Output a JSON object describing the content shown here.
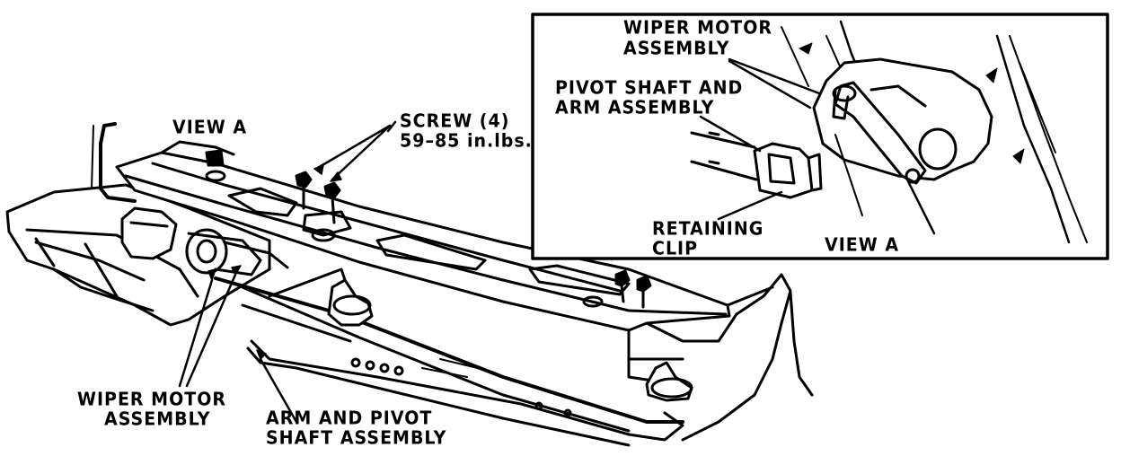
{
  "labels": {
    "view_a_main": "VIEW A",
    "screw_line1": "SCREW (4)",
    "screw_line2": "59–85 in.lbs.",
    "wiper_motor_main_line1": "WIPER MOTOR",
    "wiper_motor_main_line2": "ASSEMBLY",
    "arm_pivot_line1": "ARM AND PIVOT",
    "arm_pivot_line2": "SHAFT ASSEMBLY",
    "inset_wiper_motor_line1": "WIPER MOTOR",
    "inset_wiper_motor_line2": "ASSEMBLY",
    "inset_pivot_line1": "PIVOT SHAFT AND",
    "inset_pivot_line2": "ARM ASSEMBLY",
    "inset_retaining_line1": "RETAINING",
    "inset_retaining_line2": "CLIP",
    "inset_view_a": "VIEW A"
  },
  "colors": {
    "ink": "#000000",
    "paper": "#ffffff"
  }
}
